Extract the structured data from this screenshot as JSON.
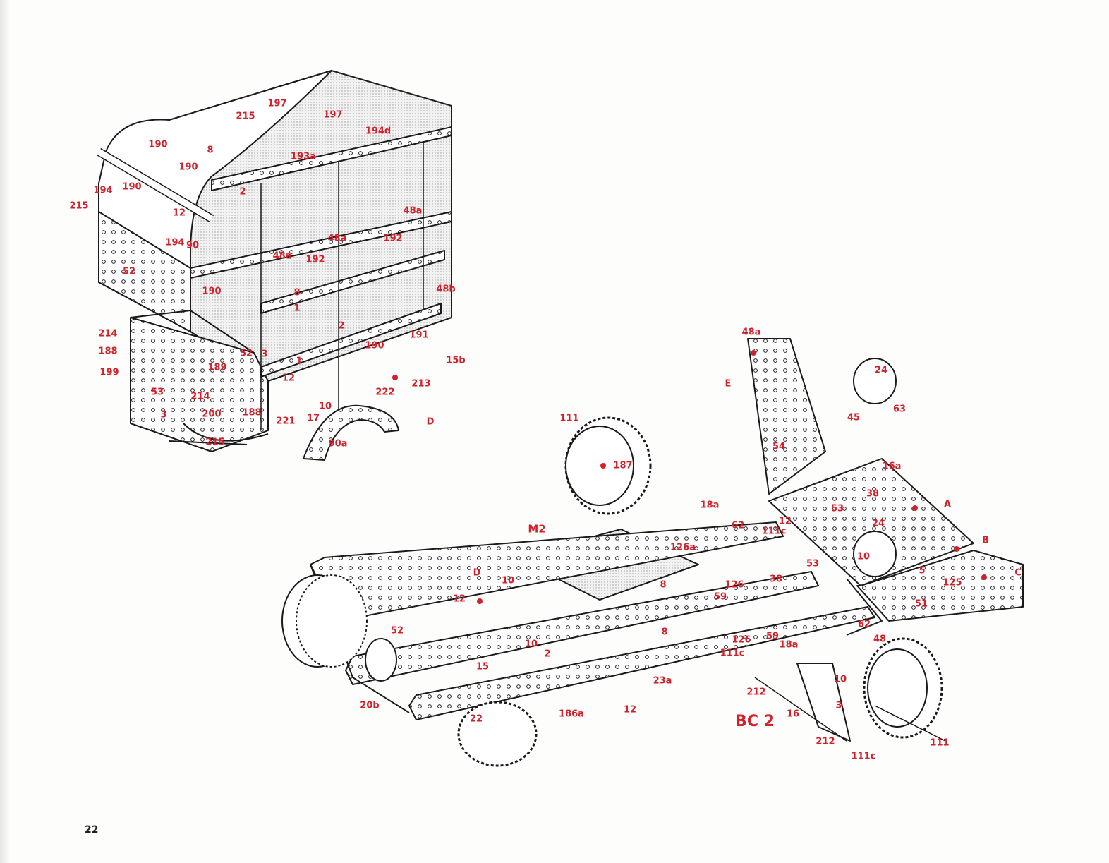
{
  "page_number": "22",
  "body_labels": [
    "197",
    "197",
    "215",
    "194d",
    "190",
    "8",
    "193a",
    "190",
    "2",
    "194",
    "190",
    "215",
    "12",
    "48a",
    "48a",
    "194",
    "90",
    "192",
    "48a",
    "192",
    "52",
    "190",
    "8",
    "48b",
    "1",
    "2",
    "214",
    "191",
    "188",
    "52",
    "3",
    "190",
    "15b",
    "1",
    "189",
    "199",
    "12",
    "222",
    "214",
    "213",
    "53",
    "10",
    "17",
    "200",
    "188",
    "221",
    "D",
    "3",
    "215",
    "90a"
  ],
  "chassis_labels": [
    "48a",
    "E",
    "24",
    "63",
    "45",
    "111",
    "54",
    "187",
    "16a",
    "38",
    "A",
    "53",
    "18a",
    "62",
    "12",
    "24",
    "111c",
    "M2",
    "126a",
    "B",
    "10",
    "53",
    "5",
    "38",
    "126",
    "C",
    "125",
    "D",
    "10",
    "8",
    "12",
    "59",
    "51",
    "62",
    "8",
    "126",
    "59",
    "10",
    "18a",
    "48",
    "2",
    "111c",
    "52",
    "15",
    "23a",
    "212",
    "10",
    "BC 2",
    "16",
    "20b",
    "186a",
    "12",
    "3",
    "212",
    "111",
    "111c",
    "22"
  ],
  "colors": {
    "label": "#d4202a",
    "line": "#1a1a1a",
    "shade": "#cfcfcf"
  }
}
